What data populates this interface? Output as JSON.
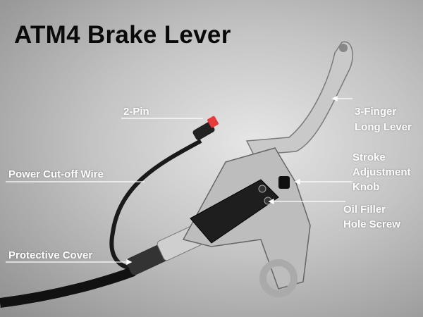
{
  "title": "ATM4 Brake Lever",
  "labels": {
    "two_pin": "2-Pin",
    "power_wire": "Power Cut-off Wire",
    "protective_cover": "Protective Cover",
    "lever": [
      "3-Finger",
      "Long Lever"
    ],
    "stroke": [
      "Stroke",
      "Adjustment",
      "Knob"
    ],
    "oil": [
      "Oil Filler",
      "Hole Screw"
    ]
  }
}
